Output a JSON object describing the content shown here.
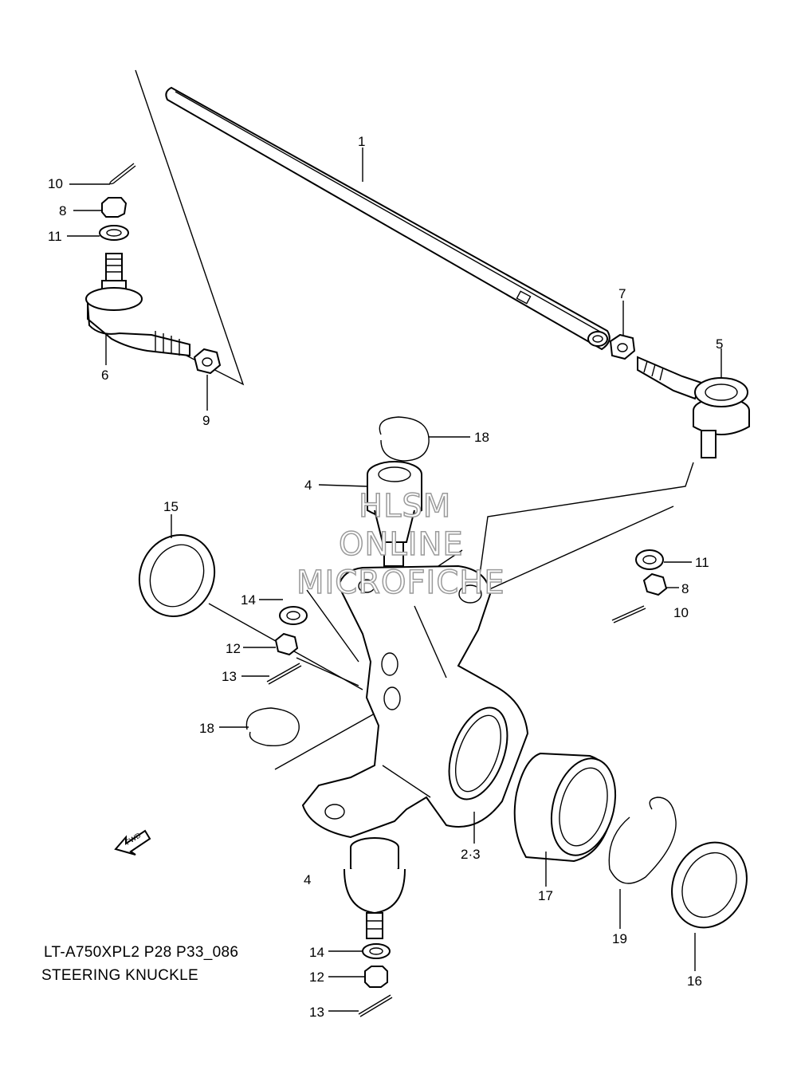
{
  "diagram": {
    "caption_model": "LT-A750XPL2 P28 P33_086",
    "caption_title": "STEERING KNUCKLE",
    "fwd_label": "FWD",
    "watermark": [
      "HLSM",
      "ONLINE",
      "MICROFICHE"
    ],
    "callouts": [
      {
        "id": "1",
        "text": "1"
      },
      {
        "id": "10a",
        "text": "10"
      },
      {
        "id": "8a",
        "text": "8"
      },
      {
        "id": "11a",
        "text": "11"
      },
      {
        "id": "6",
        "text": "6"
      },
      {
        "id": "9",
        "text": "9"
      },
      {
        "id": "7",
        "text": "7"
      },
      {
        "id": "5",
        "text": "5"
      },
      {
        "id": "18a",
        "text": "18"
      },
      {
        "id": "4a",
        "text": "4"
      },
      {
        "id": "15",
        "text": "15"
      },
      {
        "id": "11b",
        "text": "11"
      },
      {
        "id": "8b",
        "text": "8"
      },
      {
        "id": "10b",
        "text": "10"
      },
      {
        "id": "14a",
        "text": "14"
      },
      {
        "id": "12a",
        "text": "12"
      },
      {
        "id": "13a",
        "text": "13"
      },
      {
        "id": "18b",
        "text": "18"
      },
      {
        "id": "23",
        "text": "2·3"
      },
      {
        "id": "4b",
        "text": "4"
      },
      {
        "id": "17",
        "text": "17"
      },
      {
        "id": "19",
        "text": "19"
      },
      {
        "id": "16",
        "text": "16"
      },
      {
        "id": "14b",
        "text": "14"
      },
      {
        "id": "12b",
        "text": "12"
      },
      {
        "id": "13b",
        "text": "13"
      }
    ]
  }
}
